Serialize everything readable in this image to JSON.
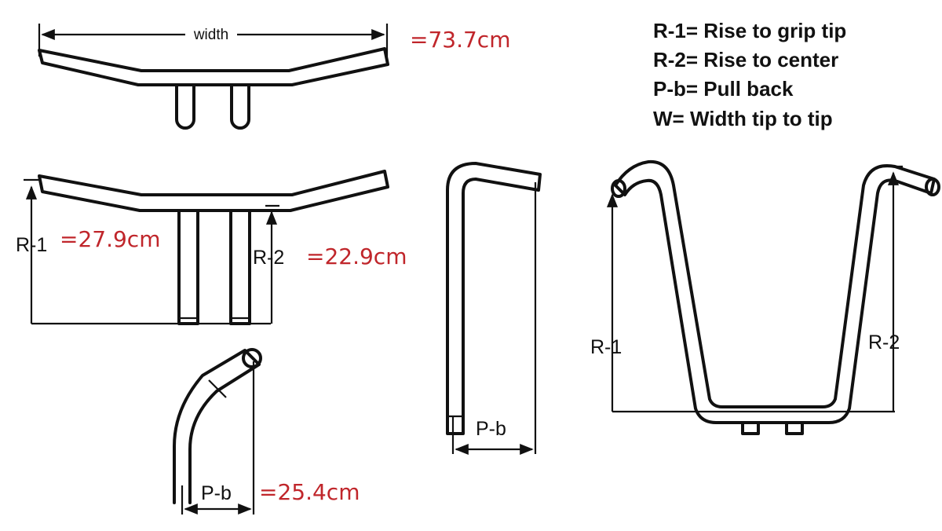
{
  "legend": {
    "r1": "R-1= Rise to grip tip",
    "r2": "R-2= Rise to center",
    "pb": "P-b= Pull back",
    "w": "W= Width tip to tip"
  },
  "top_view": {
    "width_label": "width",
    "width_value": "=73.7cm"
  },
  "front_view": {
    "r1_label": "R-1",
    "r1_value": "=27.9cm",
    "r2_label": "R-2",
    "r2_value": "=22.9cm"
  },
  "side_small": {
    "pb_label": "P-b",
    "pb_value": "=25.4cm"
  },
  "side_tall": {
    "pb_label": "P-b"
  },
  "ape_view": {
    "r1_label": "R-1",
    "r2_label": "R-2"
  }
}
